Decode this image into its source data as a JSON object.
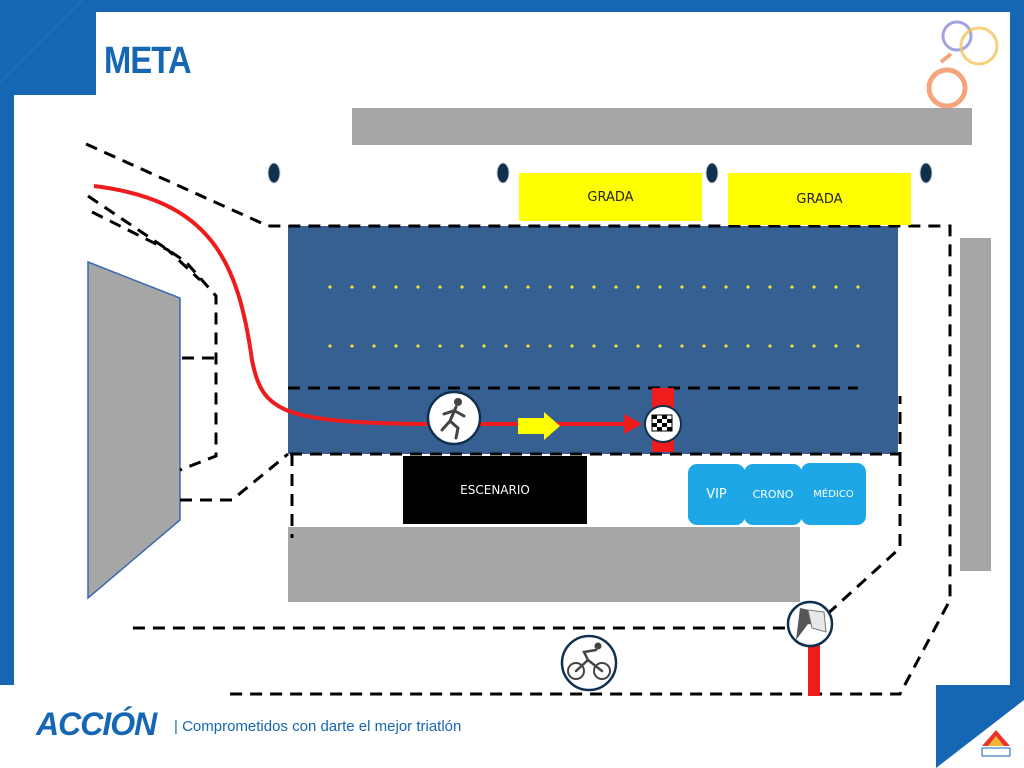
{
  "slide": {
    "title": "META"
  },
  "labels": {
    "grada_left": "GRADA",
    "grada_right": "GRADA",
    "escenario": "ESCENARIO",
    "vip": "VIP",
    "crono": "CRONO",
    "medico": "MÉDICO"
  },
  "footer": {
    "brand": "ACCIÓN",
    "slogan": "| Comprometidos con darte el mejor triatlón"
  },
  "colors": {
    "frame_blue": "#1566b3",
    "finish_lane": "#365f92",
    "route_red": "#ee1c1c",
    "grada_yellow": "#ffff00",
    "booth_blue": "#1ea7e6",
    "structure_gray": "#a6a6a6"
  },
  "icons": [
    "runner-icon",
    "finish-flag-icon",
    "cyclist-icon",
    "transition-flag-icon",
    "rings-logo-icon",
    "triathlon-logo-icon"
  ]
}
